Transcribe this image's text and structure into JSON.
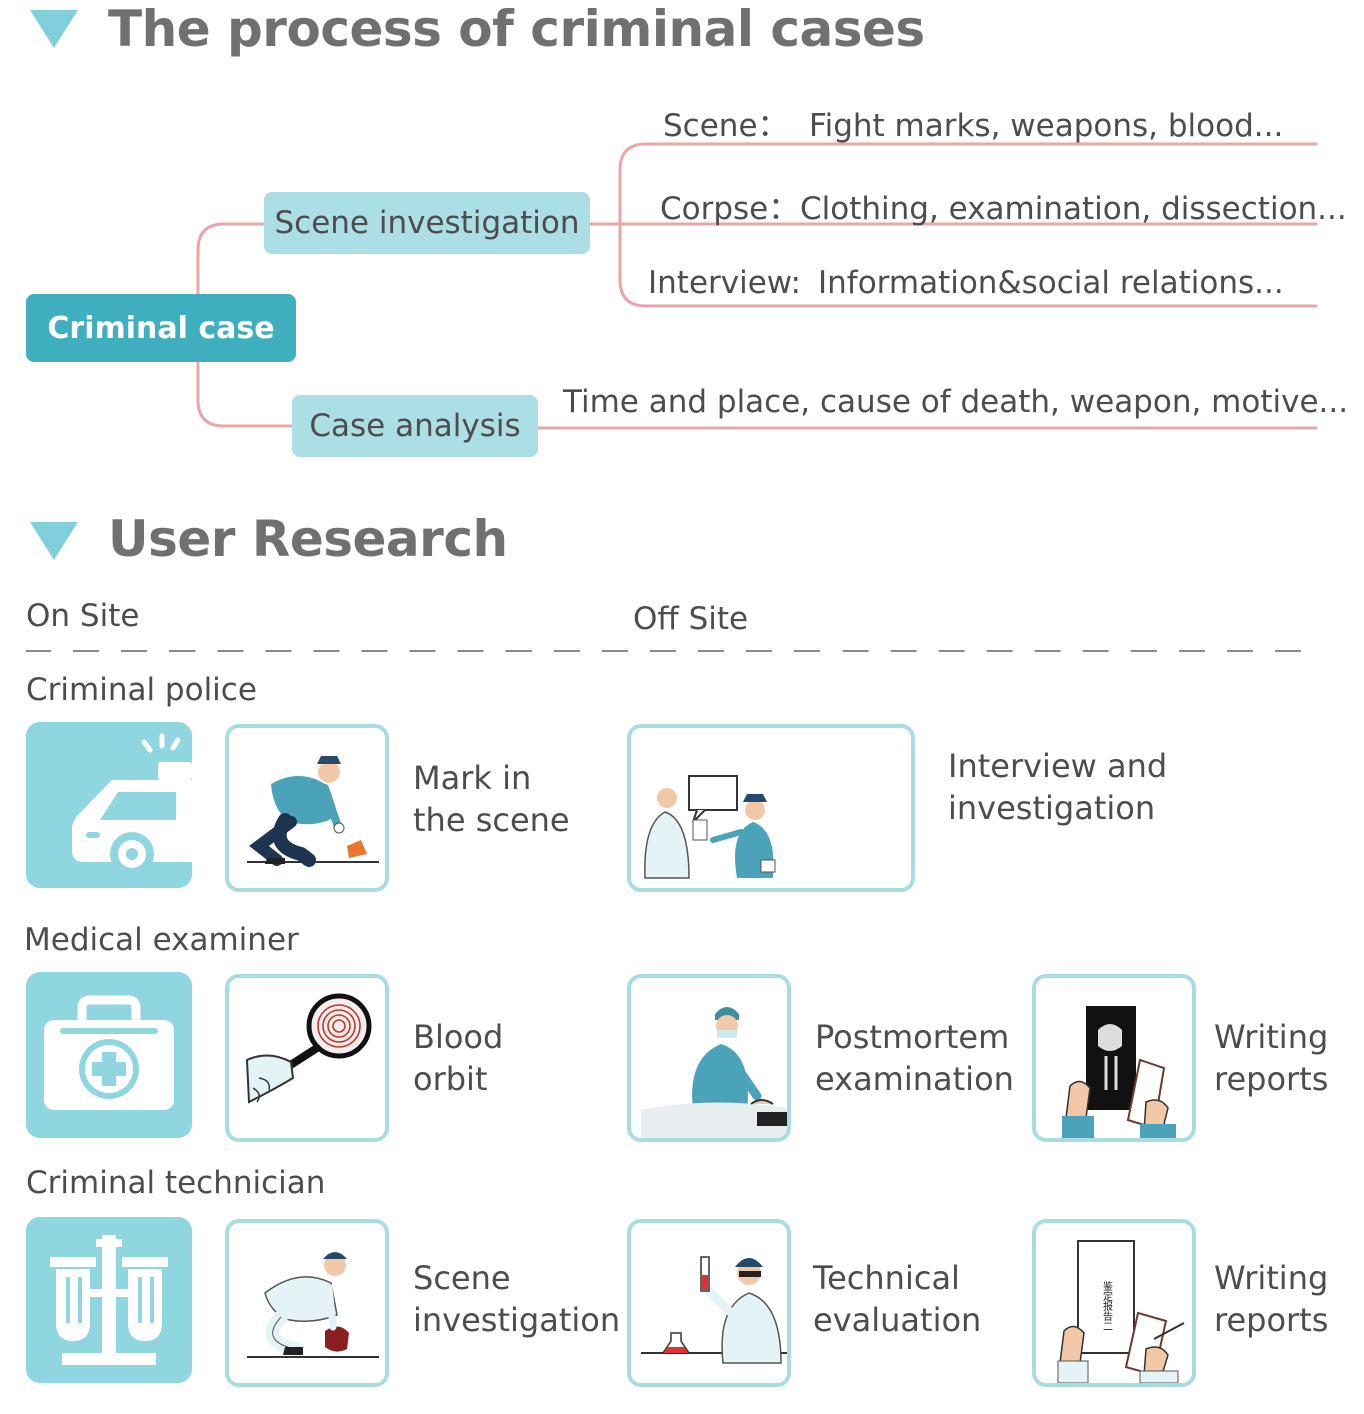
{
  "process": {
    "title": "The process of criminal cases",
    "root": "Criminal case",
    "branches": [
      {
        "label": "Scene investigation",
        "leaves": [
          {
            "key": "Scene：",
            "text": "Fight marks, weapons, blood..."
          },
          {
            "key": "Corpse：",
            "text": "Clothing, examination, dissection..."
          },
          {
            "key": "Interview:",
            "text": "Information&social relations..."
          }
        ]
      },
      {
        "label": "Case analysis",
        "leaves": [
          {
            "key": "",
            "text": "Time and place, cause of death, weapon, motive..."
          }
        ]
      }
    ]
  },
  "research": {
    "title": "User Research",
    "on_site": "On Site",
    "off_site": "Off Site",
    "roles": [
      {
        "label": "Criminal police",
        "icon": "police-car-icon",
        "activities": [
          {
            "label": "Mark in\nthe scene",
            "illustration": "officer-marking-evidence"
          },
          {
            "label": "Interview and\ninvestigation",
            "illustration": "interview-scene"
          }
        ]
      },
      {
        "label": "Medical examiner",
        "icon": "medical-kit-icon",
        "activities": [
          {
            "label": "Blood\norbit",
            "illustration": "fingerprint-magnifier"
          },
          {
            "label": "Postmortem\nexamination",
            "illustration": "postmortem-doctor"
          },
          {
            "label": "Writing\nreports",
            "illustration": "xray-clipboard"
          }
        ]
      },
      {
        "label": "Criminal technician",
        "icon": "lab-equipment-icon",
        "activities": [
          {
            "label": "Scene\ninvestigation",
            "illustration": "technician-collecting"
          },
          {
            "label": "Technical\nevaluation",
            "illustration": "lab-test-tube"
          },
          {
            "label": "Writing\nreports",
            "illustration": "report-clipboard",
            "document_text": "鉴定报告二"
          }
        ]
      }
    ]
  },
  "colors": {
    "accent": "#3fafbf",
    "node": "#abdfe5",
    "icon_bg": "#90d6e0",
    "card_border": "#a9dbe2",
    "connector": "#e8a6a6",
    "title": "#707070"
  }
}
